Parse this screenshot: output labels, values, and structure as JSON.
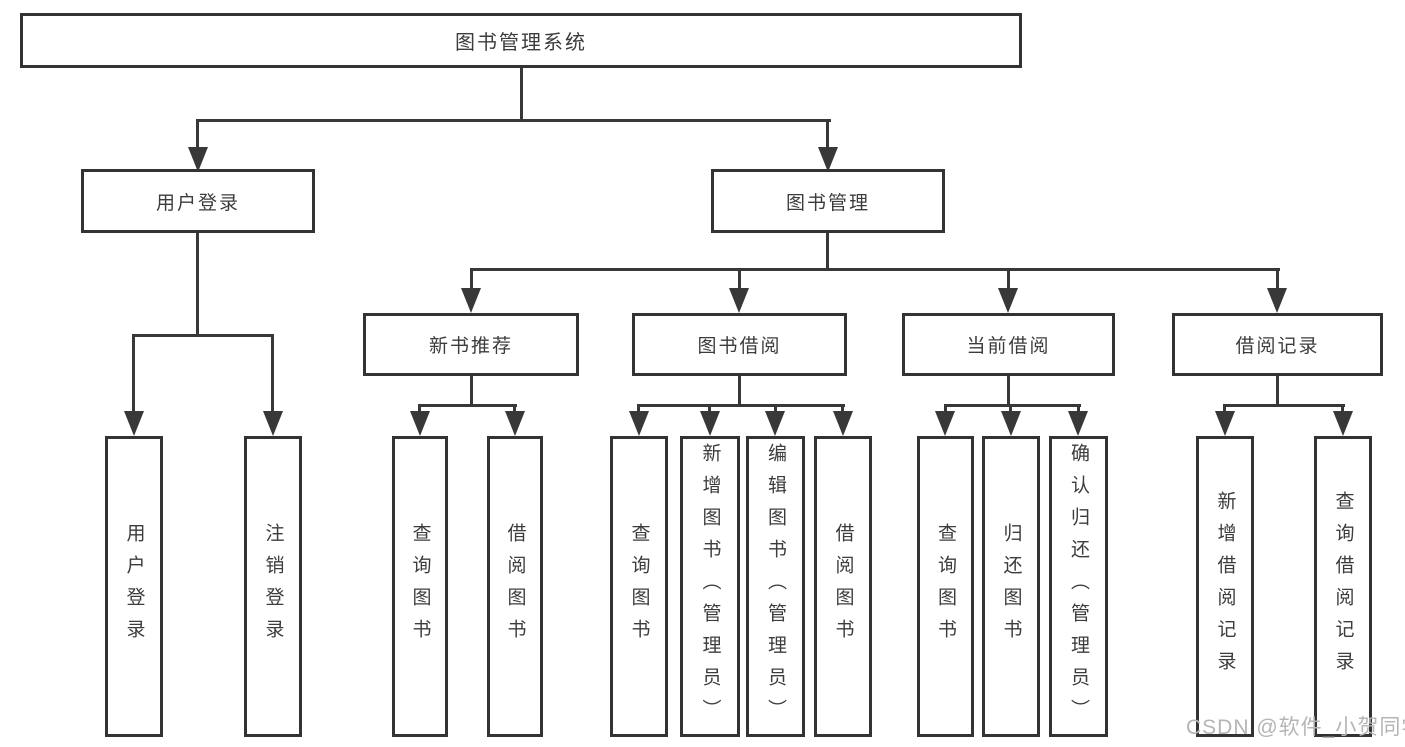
{
  "tree": {
    "label": "图书管理系统",
    "children": [
      {
        "label": "用户登录",
        "children": [
          {
            "label": "用户登录"
          },
          {
            "label": "注销登录"
          }
        ]
      },
      {
        "label": "图书管理",
        "children": [
          {
            "label": "新书推荐",
            "children": [
              {
                "label": "查询图书"
              },
              {
                "label": "借阅图书"
              }
            ]
          },
          {
            "label": "图书借阅",
            "children": [
              {
                "label": "查询图书"
              },
              {
                "label": "新增图书（管理员）"
              },
              {
                "label": "编辑图书（管理员）"
              },
              {
                "label": "借阅图书"
              }
            ]
          },
          {
            "label": "当前借阅",
            "children": [
              {
                "label": "查询图书"
              },
              {
                "label": "归还图书"
              },
              {
                "label": "确认归还（管理员）"
              }
            ]
          },
          {
            "label": "借阅记录",
            "children": [
              {
                "label": "新增借阅记录"
              },
              {
                "label": "查询借阅记录"
              }
            ]
          }
        ]
      }
    ]
  },
  "watermark": {
    "text": "CSDN @软件_小贺同学"
  },
  "colors": {
    "line": "#383838",
    "box_border": "#333333",
    "text": "#3c3c3c",
    "box_background": "#ffffff",
    "page_background": "#ffffff",
    "watermark": "#b5b5b5"
  }
}
